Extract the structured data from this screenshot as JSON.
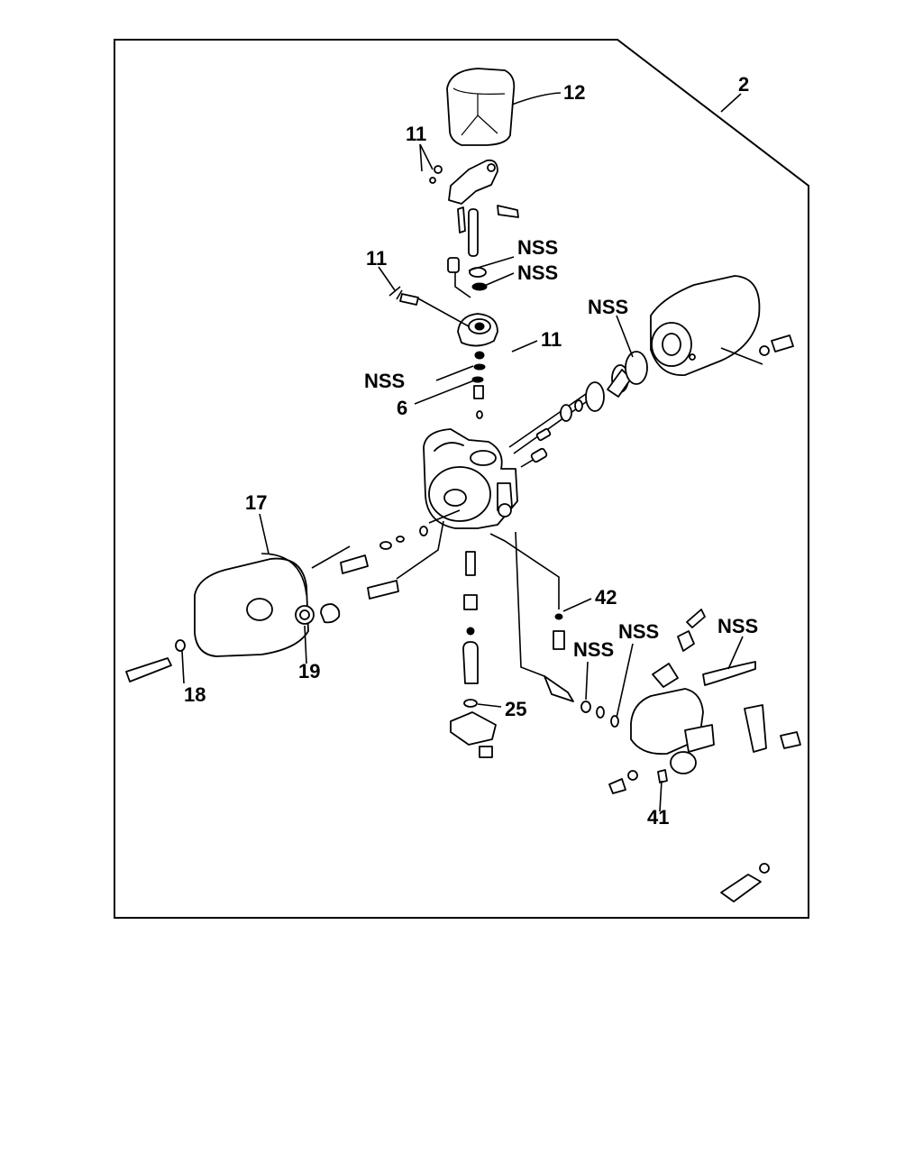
{
  "labels": {
    "assembly": "2",
    "cover": "12",
    "pin_upper": "11",
    "pin_left": "11",
    "pin_right": "11",
    "nss_1": "NSS",
    "nss_2": "NSS",
    "nss_3": "NSS",
    "nss_4": "NSS",
    "nss_5": "NSS",
    "nss_6": "NSS",
    "nss_7": "NSS",
    "needle": "6",
    "gasket_17": "17",
    "washer_18": "18",
    "washer_19": "19",
    "gasket_25": "25",
    "washer_42": "42",
    "spring_41": "41"
  }
}
